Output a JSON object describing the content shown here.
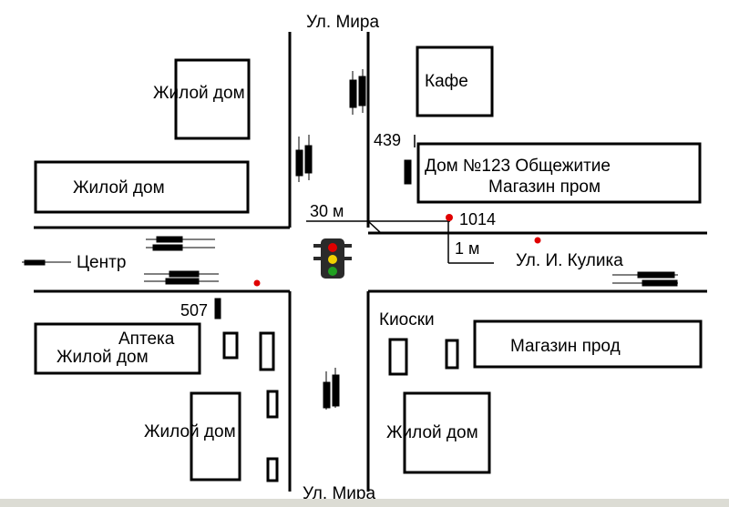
{
  "streets": {
    "mira_top": "Ул. Мира",
    "mira_bottom": "Ул. Мира",
    "kulika": "Ул. И. Кулика",
    "center": "Центр"
  },
  "buildings": {
    "house_nw_top": "Жилой дом",
    "house_nw": "Жилой дом",
    "cafe": "Кафе",
    "dom123_line1": "Дом №123 Общежитие",
    "dom123_line2": "Магазин пром",
    "apteka_line1": "Аптека",
    "apteka_line2": "Жилой дом",
    "house_sw": "Жилой дом",
    "kiosks": "Киоски",
    "shop_food": "Магазин прод",
    "house_se": "Жилой дом"
  },
  "markers": {
    "m439": "439",
    "m1014": "1014",
    "m507": "507",
    "dist_30": "30 м",
    "dist_1": "1 м"
  },
  "colors": {
    "line": "#000000",
    "point": "#e00000",
    "light_red": "#e00000",
    "light_yellow": "#f0d000",
    "light_green": "#20a020",
    "light_body": "#2a2a2a"
  }
}
